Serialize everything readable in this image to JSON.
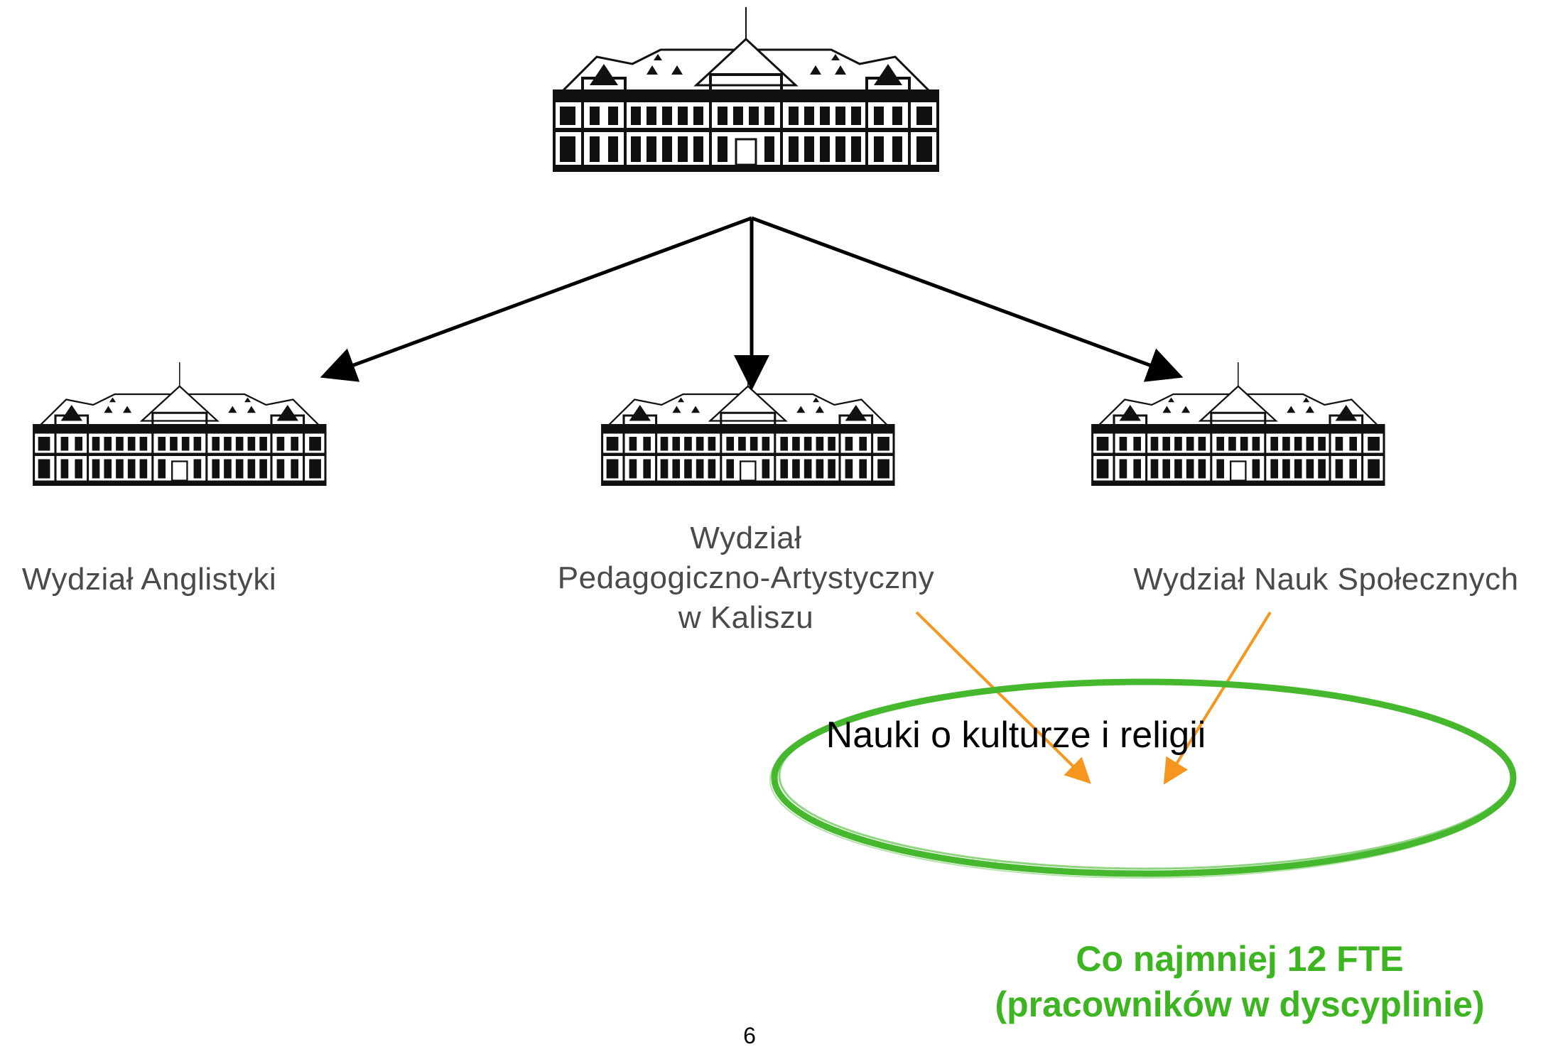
{
  "faculties": [
    {
      "name": "Wydział Anglistyki"
    },
    {
      "name": "Wydział\nPedagogiczno-Artystyczny\nw Kaliszu"
    },
    {
      "name": "Wydział Nauk Społecznych"
    }
  ],
  "discipline": {
    "name": "Nauki o kulturze i religii"
  },
  "requirement": {
    "text": "Co najmniej 12 FTE\n(pracowników w dyscyplinie)"
  },
  "page_number": "6",
  "colors": {
    "arrow_black": "#000000",
    "arrow_orange": "#f5961e",
    "ellipse_green": "#46b82e",
    "requirement_green": "#3cb521",
    "label_gray": "#4a4a4a"
  },
  "icons": {
    "university": "university-building-icon",
    "faculty": "faculty-building-icon"
  }
}
